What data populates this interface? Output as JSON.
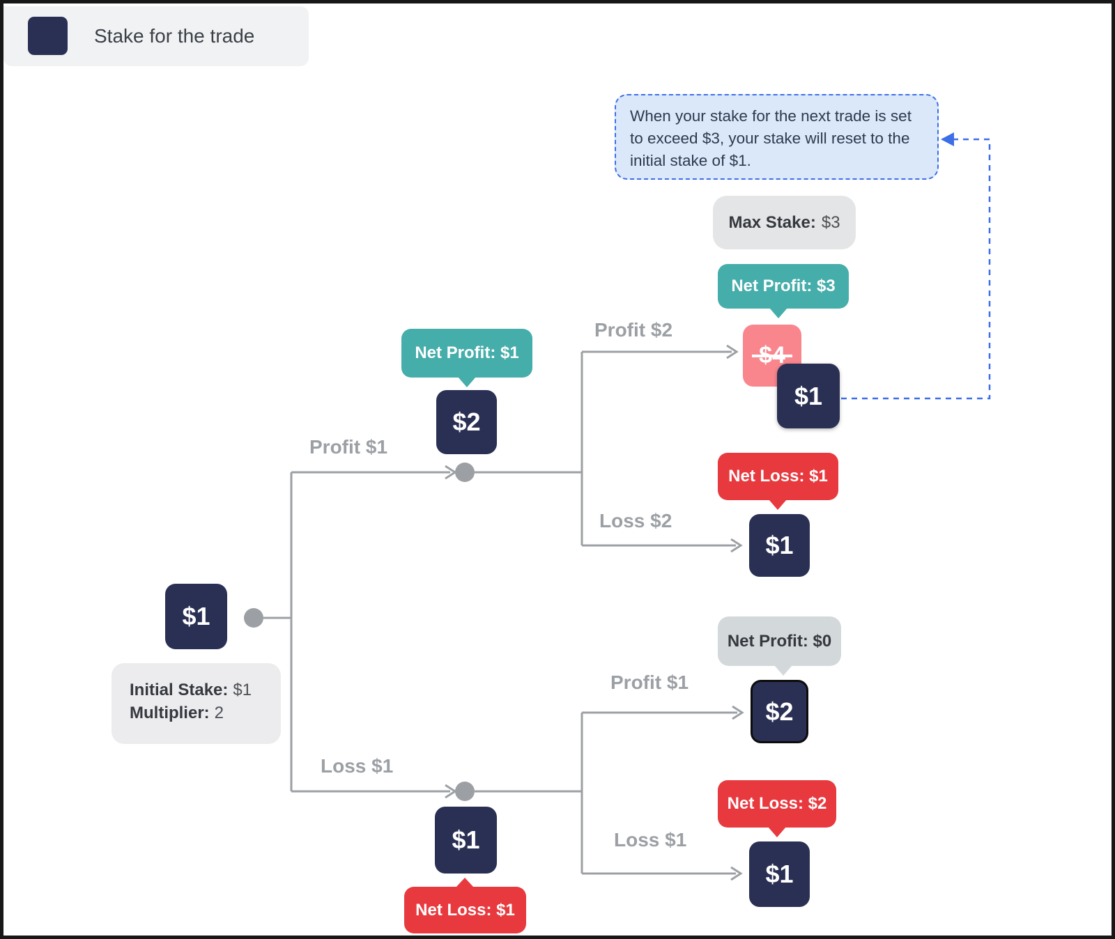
{
  "legend": {
    "label": "Stake for the trade"
  },
  "tooltip": {
    "text": "When your stake for the next trade is set to exceed $3, your stake will reset to the initial stake of $1."
  },
  "root": {
    "stake": "$1",
    "info_label_1": "Initial Stake:",
    "info_value_1": "$1",
    "info_label_2": "Multiplier:",
    "info_value_2": "2"
  },
  "branches": {
    "profit1_top": "Profit $1",
    "loss1_bottom": "Loss $1",
    "profit2": "Profit $2",
    "loss2": "Loss $2",
    "profit1_right": "Profit $1",
    "loss1_right": "Loss $1"
  },
  "nodes": {
    "stake_2_top": "$2",
    "stake_4_rejected": "$4",
    "stake_1_reset": "$1",
    "stake_1_after_loss2": "$1",
    "stake_1_bottom": "$1",
    "stake_2_right": "$2",
    "stake_1_bottom_right": "$1"
  },
  "badges": {
    "max_stake_label": "Max Stake:",
    "max_stake_value": "$3",
    "net_profit_3": "Net Profit: $3",
    "net_profit_1": "Net Profit: $1",
    "net_loss_1_mid": "Net Loss: $1",
    "net_profit_0": "Net Profit: $0",
    "net_loss_2": "Net Loss: $2",
    "net_loss_1_bottom": "Net Loss: $1"
  },
  "colors": {
    "navy": "#2a3053",
    "teal": "#45adaa",
    "red": "#e8393e",
    "pink": "#f9868c",
    "line_gray": "#9ca0a4",
    "badge_gray": "#e4e5e6",
    "badge_gray_muted": "#d3d8da",
    "tooltip_bg": "#dbe8fa",
    "tooltip_border": "#3c6ee7",
    "frame": "#171717"
  }
}
